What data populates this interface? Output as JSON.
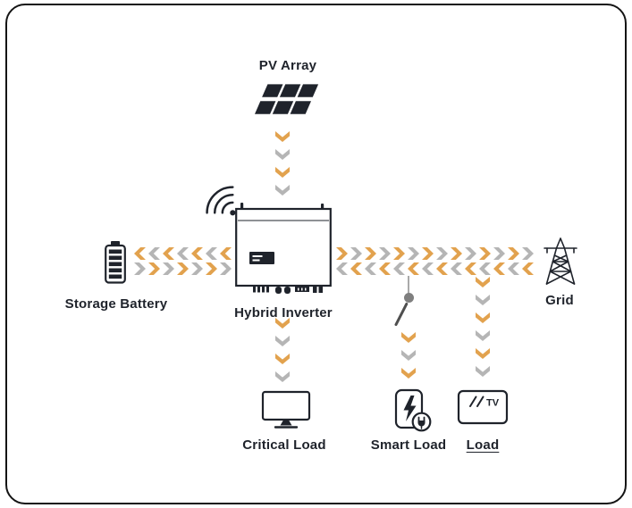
{
  "colors": {
    "arrow_orange": "#E2A24E",
    "arrow_gray": "#B5B5B5",
    "ink": "#1F232B",
    "border": "#141414",
    "junction_gray": "#7F7F7F",
    "switch_dark": "#4F4F4F",
    "stub_gray": "#A9A9A9",
    "background": "#FFFFFF"
  },
  "nodes": {
    "pv_array": {
      "label": "PV Array"
    },
    "storage_battery": {
      "label": "Storage Battery"
    },
    "hybrid_inverter": {
      "label": "Hybrid Inverter"
    },
    "grid": {
      "label": "Grid"
    },
    "critical_load": {
      "label": "Critical Load"
    },
    "smart_load": {
      "label": "Smart Load"
    },
    "load": {
      "label": "Load",
      "screen_text": "TV"
    }
  },
  "flows": [
    {
      "from": "pv_array",
      "to": "hybrid_inverter",
      "bidirectional": false
    },
    {
      "from": "hybrid_inverter",
      "to": "storage_battery",
      "bidirectional": true
    },
    {
      "from": "hybrid_inverter",
      "to": "grid",
      "bidirectional": true
    },
    {
      "from": "hybrid_inverter",
      "to": "critical_load",
      "bidirectional": false
    },
    {
      "from": "grid_line",
      "to": "smart_load",
      "bidirectional": false,
      "via": "open-switch"
    },
    {
      "from": "grid_line",
      "to": "load",
      "bidirectional": false
    }
  ],
  "icons": {
    "solar-panel-icon": "two rows of slanted dark panels",
    "wifi-icon": "three arcs with dot",
    "inverter-icon": "white box with display and bottom connectors",
    "battery-icon": "battery with charge bars and cap",
    "grid-tower-icon": "lattice transmission tower",
    "monitor-icon": "display screen on stand",
    "smart-device-icon": "device with lightning bolt and plug circle",
    "tv-icon": "screen with TV text and glare slashes",
    "switch-icon": "junction dot with open blade"
  }
}
